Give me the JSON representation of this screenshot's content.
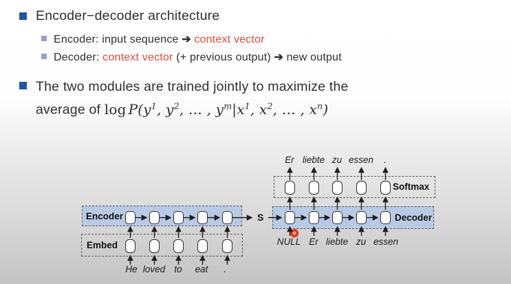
{
  "colors": {
    "bullet_blue": "#2256a5",
    "sub_bullet_lavender": "#9b9fd0",
    "text_dark": "#2f2f2f",
    "red_text": "#e04b38",
    "box_fill_blue": "#b8cae4",
    "laser_red": "#d22d0f"
  },
  "slide": {
    "bullet1": "Encoder−decoder architecture",
    "sub1": {
      "pre": "Encoder: input sequence ",
      "arrow": "➔",
      "red": " context vector"
    },
    "sub2": {
      "pre": "Decoder: ",
      "red": "context vector",
      "mid": " (+ previous output) ",
      "arrow": "➔",
      "post": " new output"
    },
    "bullet2_line1": "The two modules are trained jointly to maximize the",
    "bullet2_line2_pre": "average of ",
    "formula": {
      "log": "log",
      "t1": "P(y",
      "s1": "1",
      "t2": ", y",
      "s2": "2",
      "t3": ", … , y",
      "s3": "m",
      "t4": "|x",
      "s4": "1",
      "t5": ", x",
      "s5": "2",
      "t6": ", … , x",
      "s6": "n",
      "t7": ")"
    }
  },
  "diagram": {
    "encoder_label": "Encoder",
    "embed_label": "Embed",
    "decoder_label": "Decoder",
    "softmax_label": "Softmax",
    "state_label": "S",
    "input_words": [
      "He",
      "loved",
      "to",
      "eat",
      "."
    ],
    "decoder_input_words": [
      "NULL",
      "Er",
      "liebte",
      "zu",
      "essen"
    ],
    "output_words": [
      "Er",
      "liebte",
      "zu",
      "essen",
      "."
    ]
  }
}
